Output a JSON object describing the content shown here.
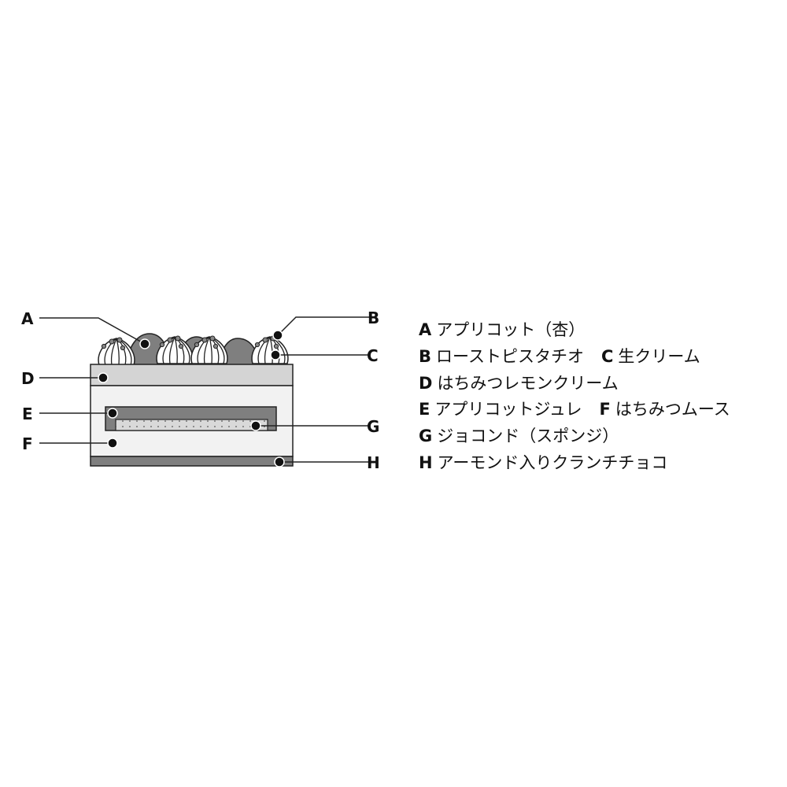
{
  "diagram": {
    "callouts": [
      "A",
      "B",
      "C",
      "D",
      "E",
      "F",
      "G",
      "H"
    ],
    "colors": {
      "dark": "#7f7f7f",
      "light_band": "#d4d4d4",
      "mousse": "#f2f2f2",
      "sponge": "#d9d9d9",
      "outline": "#222222"
    }
  },
  "legend": [
    {
      "key": "A",
      "text": "アプリコット（杏）"
    },
    {
      "key": "B",
      "text": "ローストピスタチオ"
    },
    {
      "key": "C",
      "text": "生クリーム"
    },
    {
      "key": "D",
      "text": "はちみつレモンクリーム"
    },
    {
      "key": "E",
      "text": "アプリコットジュレ"
    },
    {
      "key": "F",
      "text": "はちみつムース"
    },
    {
      "key": "G",
      "text": "ジョコンド（スポンジ）"
    },
    {
      "key": "H",
      "text": "アーモンド入りクランチチョコ"
    }
  ]
}
